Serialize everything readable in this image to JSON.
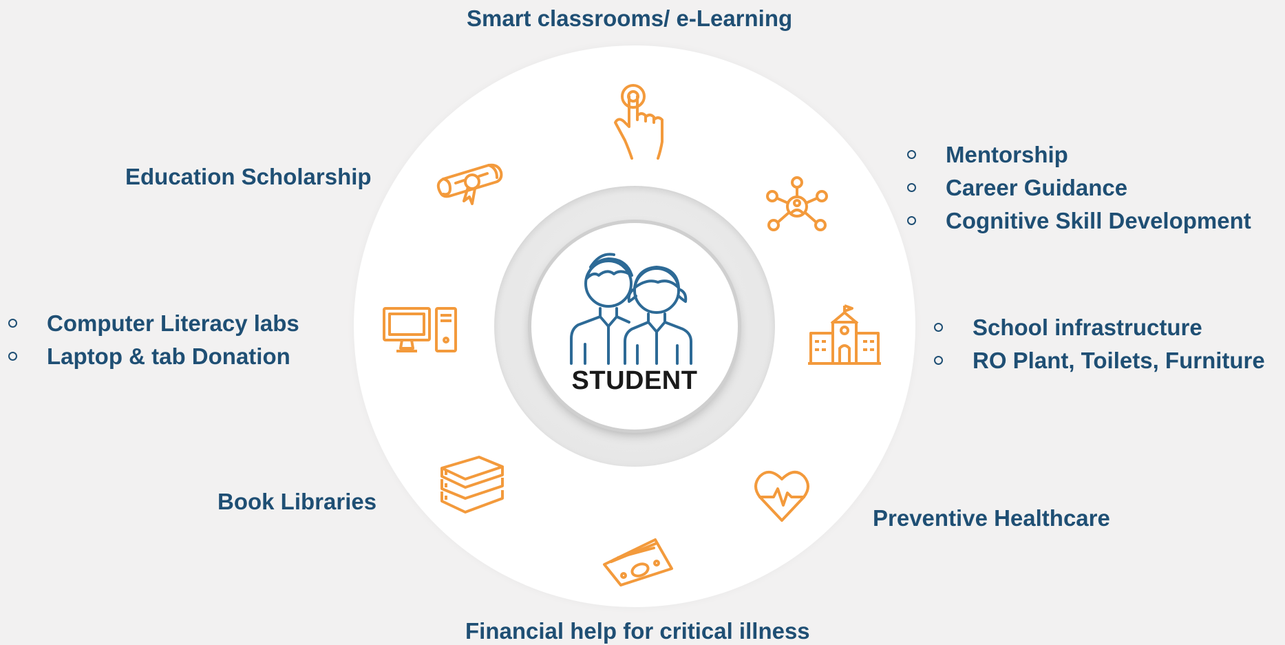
{
  "center": {
    "label": "STUDENT",
    "icon": "students-icon"
  },
  "labels": {
    "top": "Smart classrooms/ e-Learning",
    "top_left": "Education Scholarship",
    "bottom_left": "Book Libraries",
    "bottom_right": "Preventive Healthcare",
    "bottom": "Financial help for critical illness"
  },
  "lists": {
    "right_top": [
      "Mentorship",
      "Career Guidance",
      "Cognitive Skill Development"
    ],
    "right_middle": [
      "School infrastructure",
      "RO Plant, Toilets, Furniture"
    ],
    "left": [
      "Computer Literacy labs",
      "Laptop & tab Donation"
    ]
  },
  "icons": [
    "touch-hand-icon",
    "network-people-icon",
    "school-building-icon",
    "heart-pulse-icon",
    "money-bills-icon",
    "books-stack-icon",
    "computer-icon",
    "certificate-scroll-icon"
  ],
  "colors": {
    "icon": "#f39a3c",
    "text": "#1f4f74",
    "center_text": "#1a1a1a",
    "background": "#f2f1f1",
    "ring": "#ffffff"
  }
}
